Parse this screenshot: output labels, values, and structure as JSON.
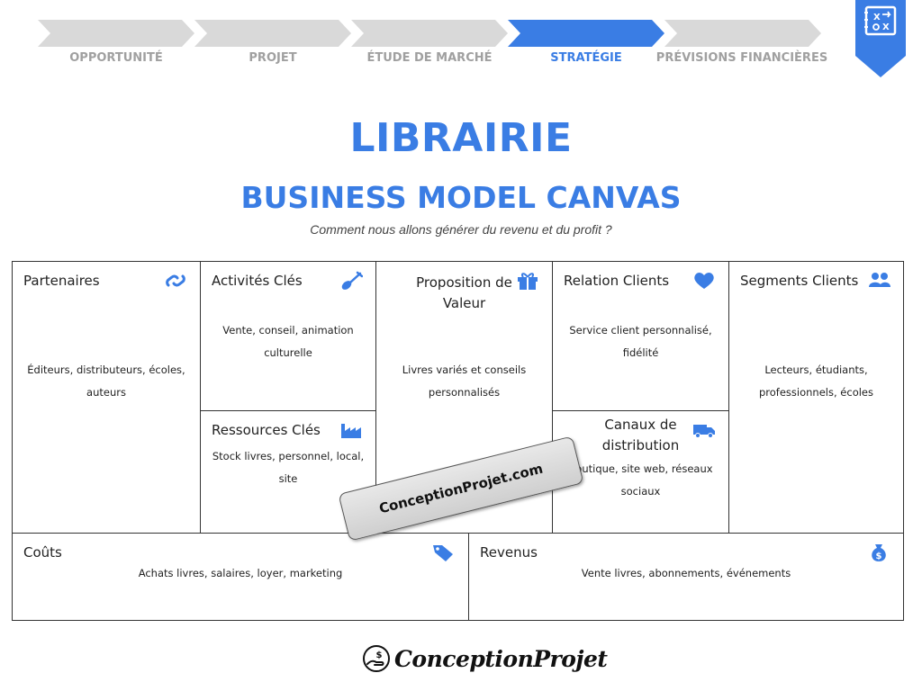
{
  "stepper": {
    "steps": [
      {
        "label": "OPPORTUNITÉ",
        "active": false
      },
      {
        "label": "PROJET",
        "active": false
      },
      {
        "label": "ÉTUDE DE MARCHÉ",
        "active": false
      },
      {
        "label": "STRATÉGIE",
        "active": true
      },
      {
        "label": "PRÉVISIONS FINANCIÈRES",
        "active": false
      }
    ],
    "active_color": "#3a7de4",
    "inactive_color": "#d9d9d9"
  },
  "bookmark_icon": "strategy-board-icon",
  "header": {
    "title": "LIBRAIRIE",
    "subtitle": "BUSINESS MODEL CANVAS",
    "tagline": "Comment nous allons générer du revenu et du profit ?"
  },
  "canvas": {
    "partenaires": {
      "title": "Partenaires",
      "icon": "link-icon",
      "content": "Éditeurs, distributeurs, écoles, auteurs"
    },
    "activites": {
      "title": "Activités Clés",
      "icon": "shovel-icon",
      "content": "Vente, conseil, animation culturelle"
    },
    "ressources": {
      "title": "Ressources Clés",
      "icon": "factory-icon",
      "content": "Stock livres, personnel, local, site"
    },
    "proposition": {
      "title": "Proposition de Valeur",
      "icon": "gift-icon",
      "content": "Livres variés et conseils personnalisés"
    },
    "relation": {
      "title": "Relation Clients",
      "icon": "heart-icon",
      "content": "Service client personnalisé, fidélité"
    },
    "canaux": {
      "title": "Canaux de distribution",
      "icon": "truck-icon",
      "content": "Boutique, site web, réseaux sociaux"
    },
    "segments": {
      "title": "Segments Clients",
      "icon": "users-icon",
      "content": "Lecteurs, étudiants, professionnels, écoles"
    },
    "couts": {
      "title": "Coûts",
      "icon": "tag-icon",
      "content": "Achats livres, salaires, loyer, marketing"
    },
    "revenus": {
      "title": "Revenus",
      "icon": "money-bag-icon",
      "content": "Vente livres, abonnements, événements"
    }
  },
  "watermark": "ConceptionProjet.com",
  "footer": {
    "brand": "ConceptionProjet"
  },
  "accent_color": "#3a7de4"
}
